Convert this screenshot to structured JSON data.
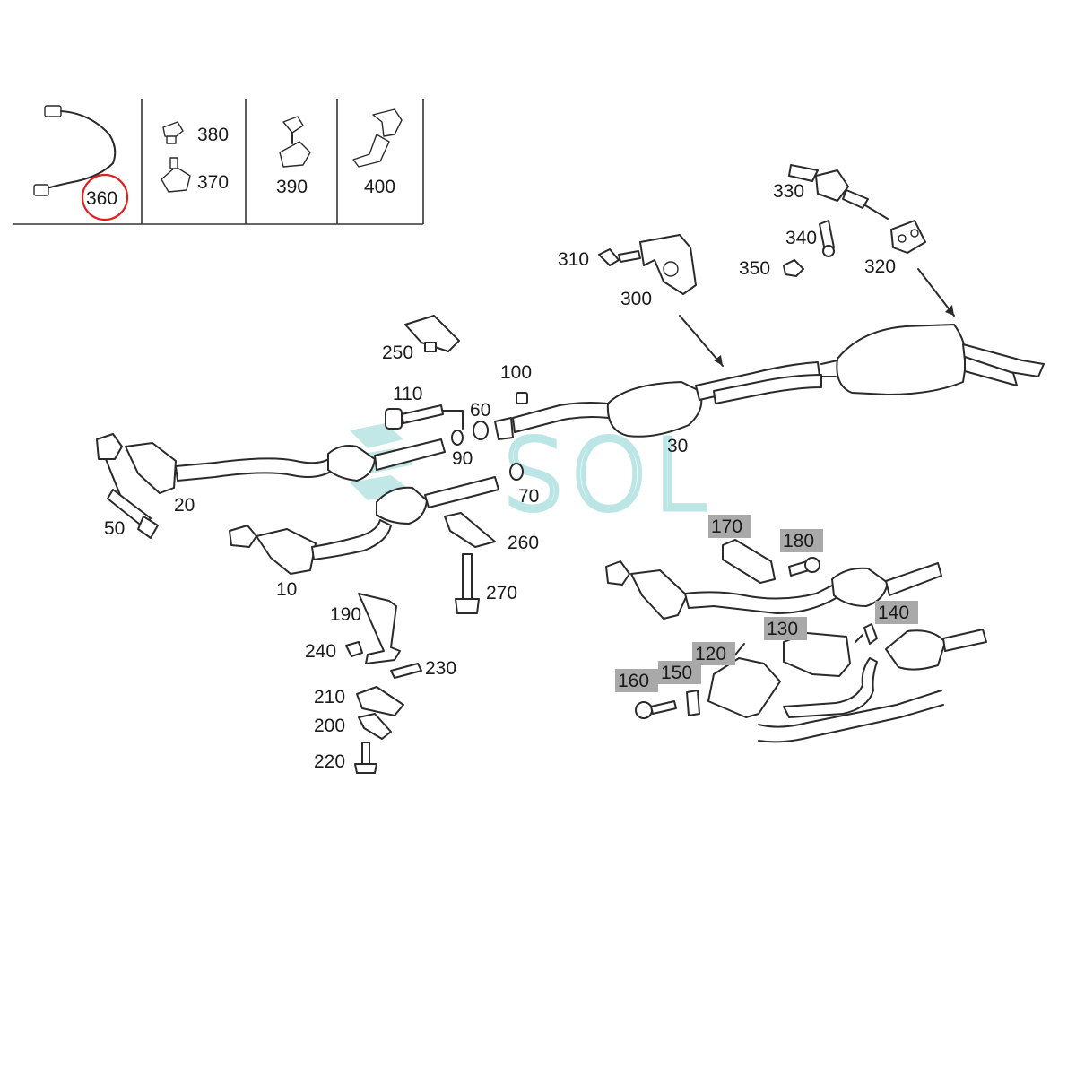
{
  "inset": {
    "labels": [
      "360",
      "380",
      "370",
      "390",
      "400"
    ],
    "highlighted_part": "360",
    "highlight_color": "#e0201f"
  },
  "callouts": {
    "p10": "10",
    "p20": "20",
    "p30": "30",
    "p50": "50",
    "p60": "60",
    "p70": "70",
    "p90": "90",
    "p100": "100",
    "p110": "110",
    "p120": "120",
    "p130": "130",
    "p140": "140",
    "p150": "150",
    "p160": "160",
    "p170": "170",
    "p180": "180",
    "p190": "190",
    "p200": "200",
    "p210": "210",
    "p220": "220",
    "p230": "230",
    "p240": "240",
    "p250": "250",
    "p260": "260",
    "p270": "270",
    "p300": "300",
    "p310": "310",
    "p320": "320",
    "p330": "330",
    "p340": "340",
    "p350": "350"
  },
  "highlight_label_color": "#a9a9a9",
  "watermark": {
    "text": "SOL",
    "color": "#7fd0cc"
  }
}
